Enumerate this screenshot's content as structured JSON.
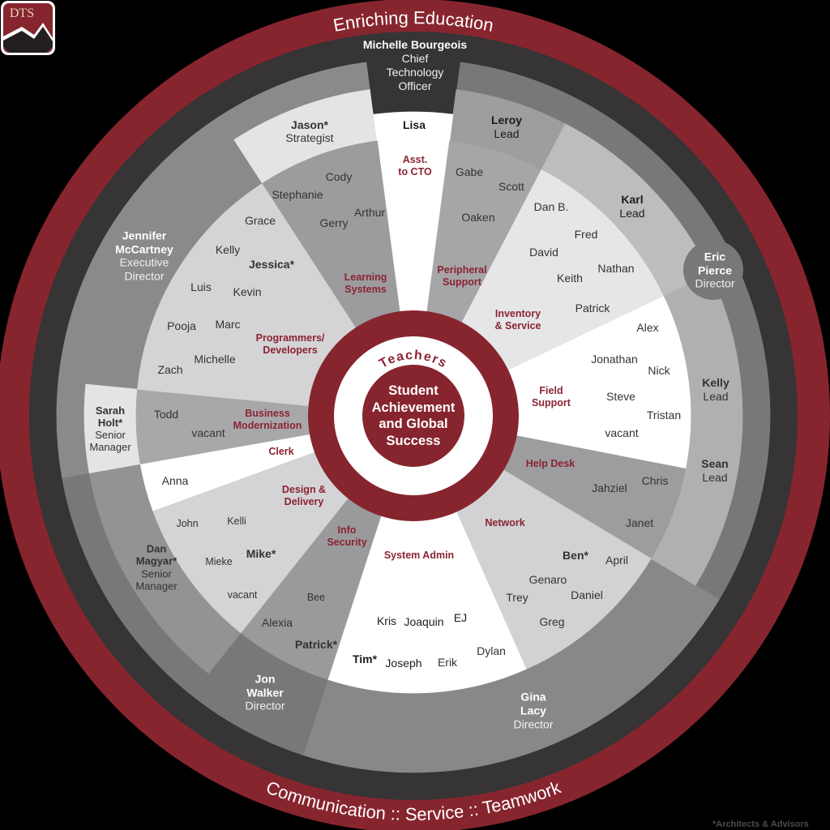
{
  "logo": {
    "text": "DTS"
  },
  "ring_text": {
    "top": "Enriching Education",
    "bottom": "Communication :: Service :: Teamwork"
  },
  "center": {
    "ring_label": "Teachers",
    "lines": [
      "Student",
      "Achievement",
      "and Global",
      "Success"
    ]
  },
  "cto": {
    "name": "Michelle Bourgeois",
    "title_lines": [
      "Chief",
      "Technology",
      "Officer"
    ]
  },
  "directors": {
    "jennifer": {
      "name_lines": [
        "Jennifer",
        "McCartney"
      ],
      "title_lines": [
        "Executive",
        "Director"
      ]
    },
    "eric": {
      "name_lines": [
        "Eric",
        "Pierce"
      ],
      "title": "Director"
    },
    "gina": {
      "name_lines": [
        "Gina",
        "Lacy"
      ],
      "title": "Director"
    },
    "jon": {
      "name_lines": [
        "Jon",
        "Walker"
      ],
      "title": "Director"
    }
  },
  "managers": {
    "jason": {
      "name": "Jason*",
      "title": "Strategist"
    },
    "sarah": {
      "name_lines": [
        "Sarah",
        "Holt*"
      ],
      "title_lines": [
        "Senior",
        "Manager"
      ]
    },
    "dan": {
      "name_lines": [
        "Dan",
        "Magyar*"
      ],
      "title_lines": [
        "Senior",
        "Manager"
      ]
    }
  },
  "leads": {
    "leroy": {
      "name": "Leroy",
      "title": "Lead"
    },
    "karl": {
      "name": "Karl",
      "title": "Lead"
    },
    "kelly": {
      "name": "Kelly",
      "title": "Lead"
    },
    "sean": {
      "name": "Sean",
      "title": "Lead"
    }
  },
  "teams": {
    "asst_cto": {
      "label_lines": [
        "Asst.",
        "to CTO"
      ],
      "members": [
        "Lisa"
      ]
    },
    "peripheral": {
      "label_lines": [
        "Peripheral",
        "Support"
      ],
      "members": [
        "Gabe",
        "Scott",
        "Oaken"
      ]
    },
    "inventory": {
      "label_lines": [
        "Inventory",
        "& Service"
      ],
      "members": [
        "Dan B.",
        "Fred",
        "David",
        "Nathan",
        "Keith",
        "Patrick"
      ]
    },
    "field": {
      "label_lines": [
        "Field",
        "Support"
      ],
      "members": [
        "Alex",
        "Jonathan",
        "Nick",
        "Steve",
        "Tristan",
        "vacant"
      ]
    },
    "helpdesk": {
      "label_lines": [
        "Help Desk"
      ],
      "members": [
        "Jahziel",
        "Chris",
        "Janet"
      ]
    },
    "network": {
      "label_lines": [
        "Network"
      ],
      "members": [
        "Ben*",
        "April",
        "Genaro",
        "Daniel",
        "Trey",
        "Greg"
      ]
    },
    "sysadmin": {
      "label_lines": [
        "System Admin"
      ],
      "members": [
        "Kris",
        "Joaquin",
        "EJ",
        "Dylan",
        "Tim*",
        "Joseph",
        "Erik"
      ]
    },
    "infosec": {
      "label_lines": [
        "Info",
        "Security"
      ],
      "members": [
        "Bee",
        "Alexia",
        "Patrick*"
      ]
    },
    "design": {
      "label_lines": [
        "Design &",
        "Delivery"
      ],
      "members": [
        "John",
        "Kelli",
        "Mike*",
        "Mieke",
        "vacant"
      ]
    },
    "clerk": {
      "label_lines": [
        "Clerk"
      ],
      "members": [
        "Anna"
      ]
    },
    "bizmod": {
      "label_lines": [
        "Business",
        "Modernization"
      ],
      "members": [
        "Todd",
        "vacant"
      ]
    },
    "programmers": {
      "label_lines": [
        "Programmers/",
        "Developers"
      ],
      "members": [
        "Grace",
        "Kelly",
        "Jessica*",
        "Luis",
        "Kevin",
        "Pooja",
        "Marc",
        "Michelle",
        "Zach"
      ]
    },
    "learning": {
      "label_lines": [
        "Learning",
        "Systems"
      ],
      "members": [
        "Cody",
        "Stephanie",
        "Arthur",
        "Gerry"
      ]
    }
  },
  "footnote": "*Architects & Advisors",
  "colors": {
    "brand_red": "#87252f",
    "dark_ring": "#363435",
    "white": "#ffffff",
    "logo_text": "#e6d3b3",
    "logo_mountain": "#231f20",
    "director_ring_east": "#77787a",
    "director_ring_west": "#8a8a8c",
    "director_ring_south_west": "#78787a",
    "gina_region": "#88888a",
    "dan_region": "#939395",
    "manager_box": "#e4e4e6",
    "lead_leroy": "#9d9ea0",
    "lead_karl": "#bdbdbf",
    "lead_kelly_sean": "#b0b0b2",
    "team_asst": "#ffffff",
    "team_peripheral": "#a6a6a8",
    "team_inventory": "#e6e6e8",
    "team_field": "#ffffff",
    "team_helpdesk": "#9d9d9f",
    "team_network": "#d2d2d4",
    "team_sysadmin": "#ffffff",
    "team_infosec": "#9a9a9c",
    "team_design": "#d4d4d6",
    "team_clerk": "#ffffff",
    "team_bizmod": "#a8a8aa",
    "team_programmers": "#d4d4d6",
    "team_learning": "#9c9c9e",
    "label_red": "#8b2332"
  }
}
